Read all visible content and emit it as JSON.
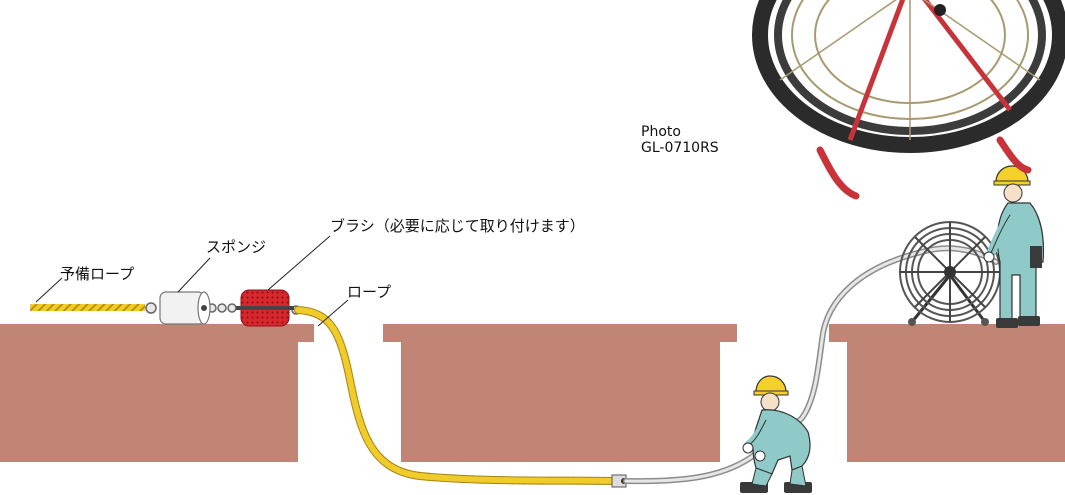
{
  "labels": {
    "spare_rope": "予備ロープ",
    "sponge": "スポンジ",
    "brush": "ブラシ（必要に応じて取り付けます）",
    "rope": "ロープ"
  },
  "photo": {
    "caption_line1": "Photo",
    "caption_line2": "GL-0710RS"
  },
  "colors": {
    "manhole": "#c08574",
    "rope": "#e8c21e",
    "brush": "#d9272e",
    "reel_frame": "#c8333a",
    "worker_suit": "#8fc9c8",
    "helmet": "#f3d12a"
  }
}
